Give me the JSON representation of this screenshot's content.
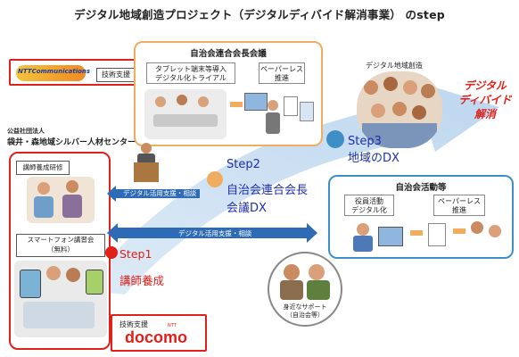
{
  "page": {
    "title": "デジタル地域創造プロジェクト（デジタルディバイド解消事業） のstep"
  },
  "ntt_panel": {
    "logo_text": "NTTCommunications",
    "support_label": "技術支援"
  },
  "council_panel": {
    "title": "自治会連合会長会議",
    "box1": "タブレット端末等導入\nデジタル化トライアル",
    "box2": "ペーパーレス\n推進"
  },
  "digital_area": {
    "label": "デジタル地域創造"
  },
  "digital_divide": {
    "line1": "デジタル",
    "line2": "ディバイド",
    "line3": "解消"
  },
  "org": {
    "line1": "公益社団法人",
    "line2": "袋井・森地域シルバー人材センター"
  },
  "left_panel": {
    "training_label": "講師養成研修",
    "class_label": "スマートフォン講習会\n（無料）"
  },
  "steps": {
    "step1_label": "Step1",
    "step1_desc": "講師養成",
    "step2_label": "Step2",
    "step2_desc": "自治会連合会長\n会議DX",
    "step3_label": "Step3",
    "step3_desc": "地域のDX"
  },
  "arrows": {
    "upper": "デジタル活用支援・相談",
    "lower": "デジタル活用支援・相談"
  },
  "activity_panel": {
    "title": "自治会活動等",
    "box1": "役員活動\nデジタル化",
    "box2": "ペーパーレス\n推進"
  },
  "support_circle": {
    "label": "身近なサポート\n（自治会等）"
  },
  "docomo": {
    "support_label": "技術支援",
    "logo_text": "docomo",
    "ntt_small": "NTT"
  },
  "colors": {
    "orange": "#f0ad5f",
    "red": "#e0201a",
    "blue": "#1c2fa8",
    "teal": "#3d8fc5",
    "arrow_blue": "#2e6bb7"
  }
}
